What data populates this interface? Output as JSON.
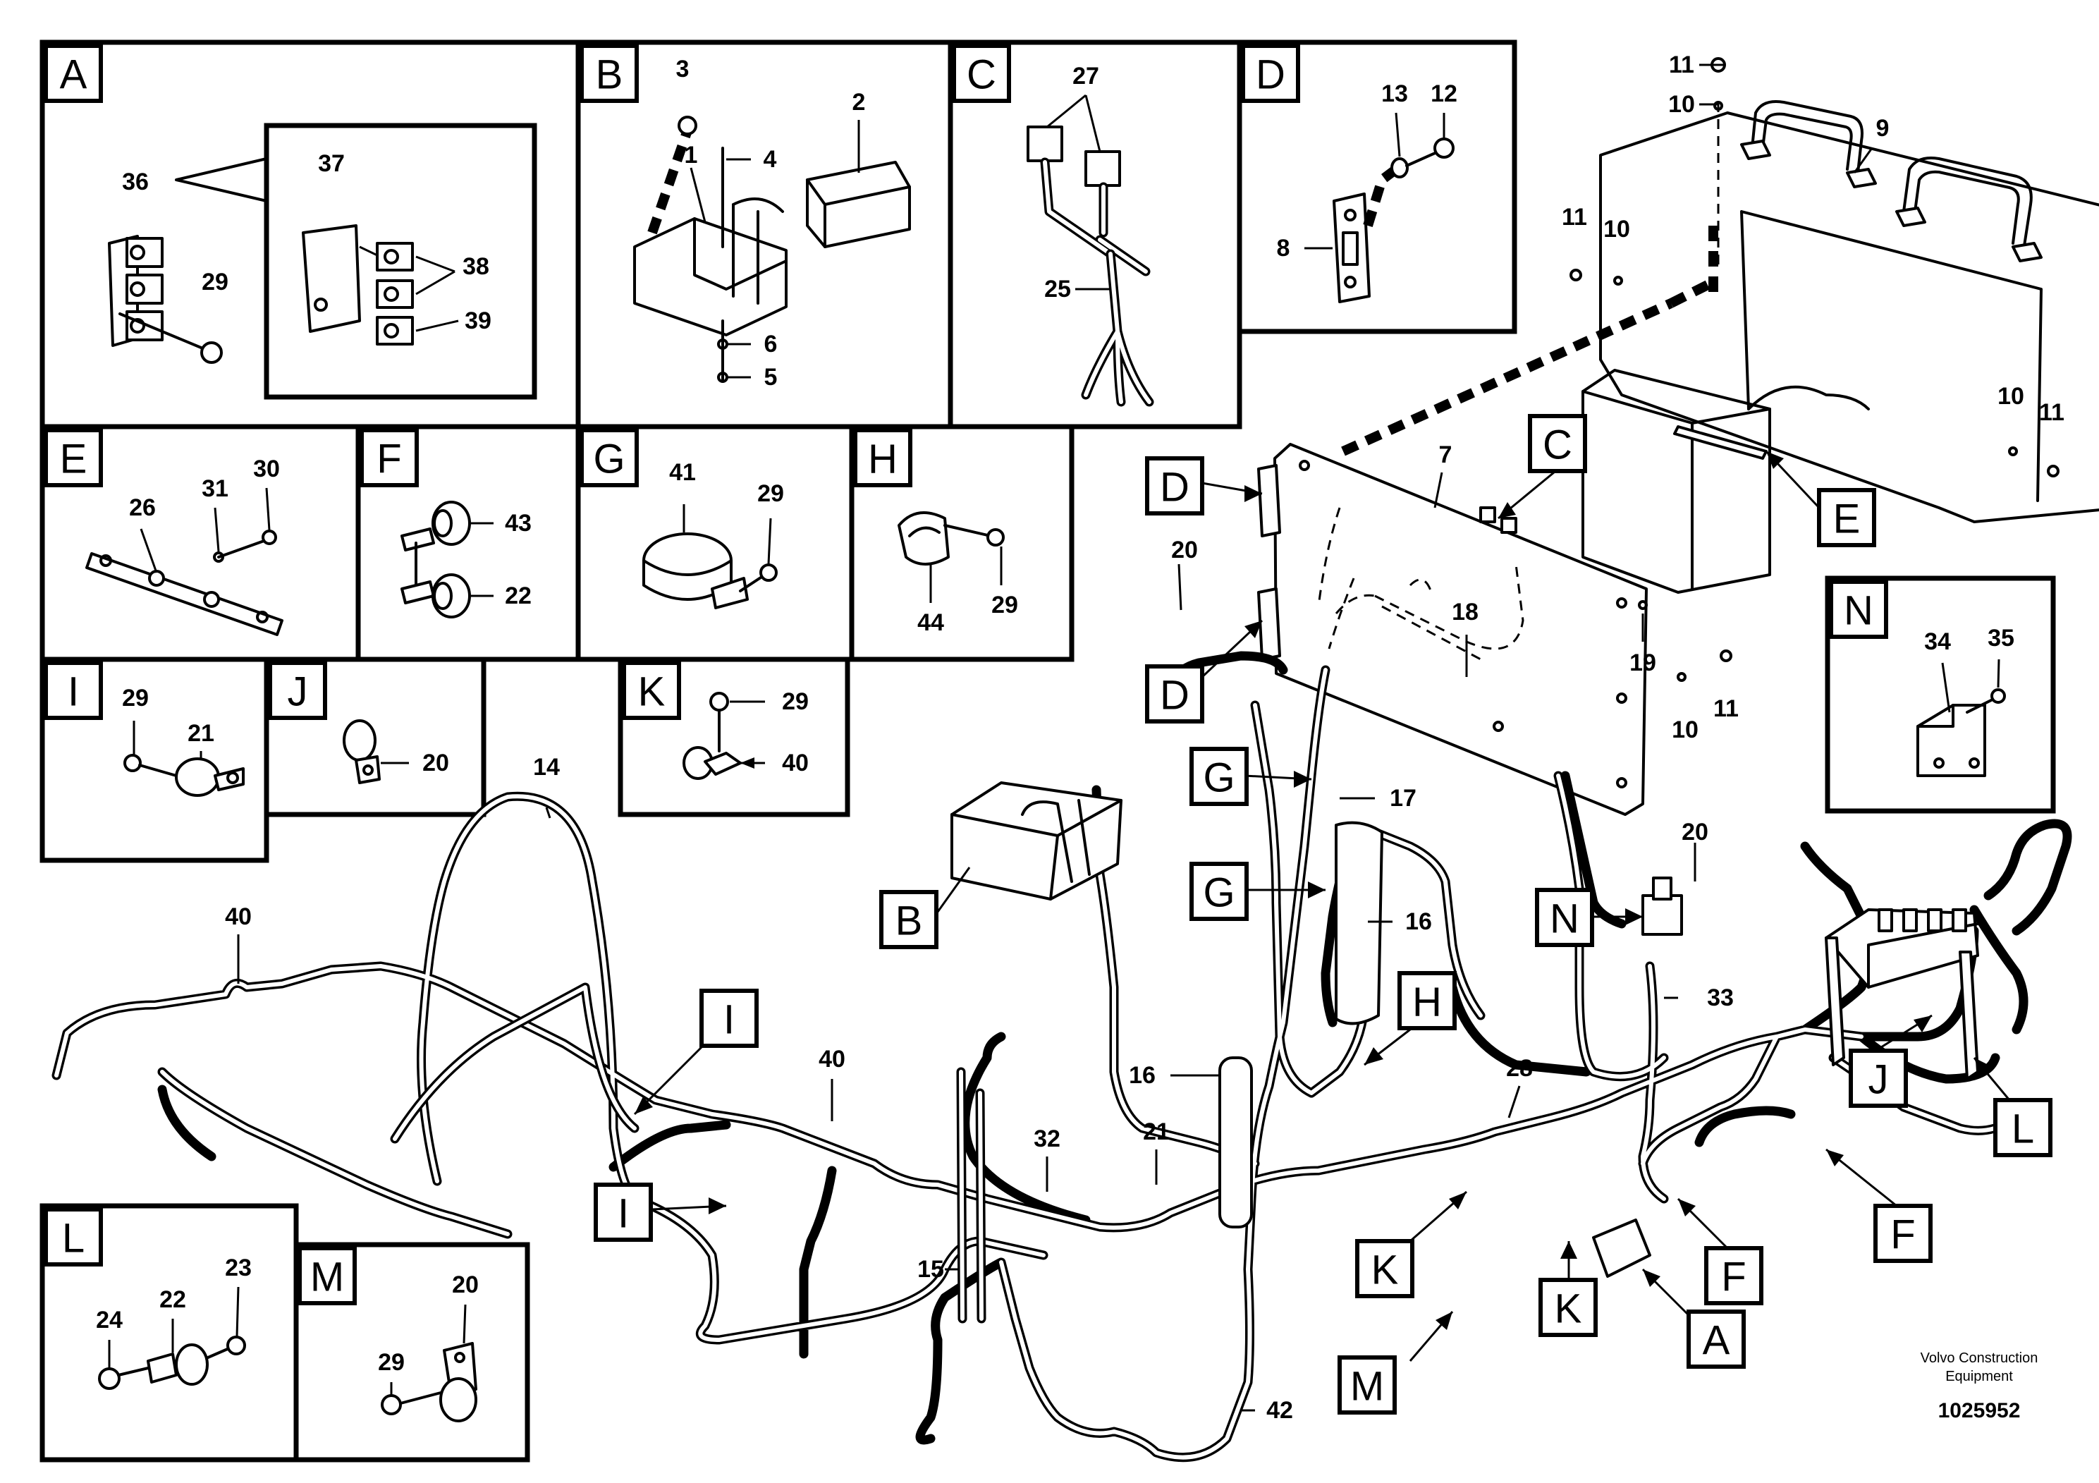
{
  "detail_panels": [
    {
      "id": "A",
      "letter": "A"
    },
    {
      "id": "B",
      "letter": "B"
    },
    {
      "id": "C",
      "letter": "C"
    },
    {
      "id": "D",
      "letter": "D"
    },
    {
      "id": "E",
      "letter": "E"
    },
    {
      "id": "F",
      "letter": "F"
    },
    {
      "id": "G",
      "letter": "G"
    },
    {
      "id": "H",
      "letter": "H"
    },
    {
      "id": "I",
      "letter": "I"
    },
    {
      "id": "J",
      "letter": "J"
    },
    {
      "id": "K",
      "letter": "K"
    },
    {
      "id": "N",
      "letter": "N"
    },
    {
      "id": "L",
      "letter": "L"
    },
    {
      "id": "M",
      "letter": "M"
    }
  ],
  "part_numbers": {
    "p1": "1",
    "p2": "2",
    "p3": "3",
    "p4": "4",
    "p5": "5",
    "p6": "6",
    "p7": "7",
    "p8": "8",
    "p9": "9",
    "p10": "10",
    "p11": "11",
    "p12": "12",
    "p13": "13",
    "p14": "14",
    "p15": "15",
    "p16": "16",
    "p17": "17",
    "p18": "18",
    "p19": "19",
    "p20": "20",
    "p21": "21",
    "p22": "22",
    "p23": "23",
    "p24": "24",
    "p25": "25",
    "p26": "26",
    "p27": "27",
    "p28": "28",
    "p29": "29",
    "p30": "30",
    "p31": "31",
    "p32": "32",
    "p33": "33",
    "p34": "34",
    "p35": "35",
    "p36": "36",
    "p37": "37",
    "p38": "38",
    "p39": "39",
    "p40": "40",
    "p41": "41",
    "p42": "42",
    "p43": "43",
    "p44": "44"
  },
  "callout_letters": {
    "A": "A",
    "B": "B",
    "C": "C",
    "D": "D",
    "E": "E",
    "F": "F",
    "G": "G",
    "H": "H",
    "I": "I",
    "J": "J",
    "K": "K",
    "L": "L",
    "M": "M",
    "N": "N"
  },
  "footer": {
    "company_line1": "Volvo Construction",
    "company_line2": "Equipment",
    "figure_number": "1025952"
  }
}
